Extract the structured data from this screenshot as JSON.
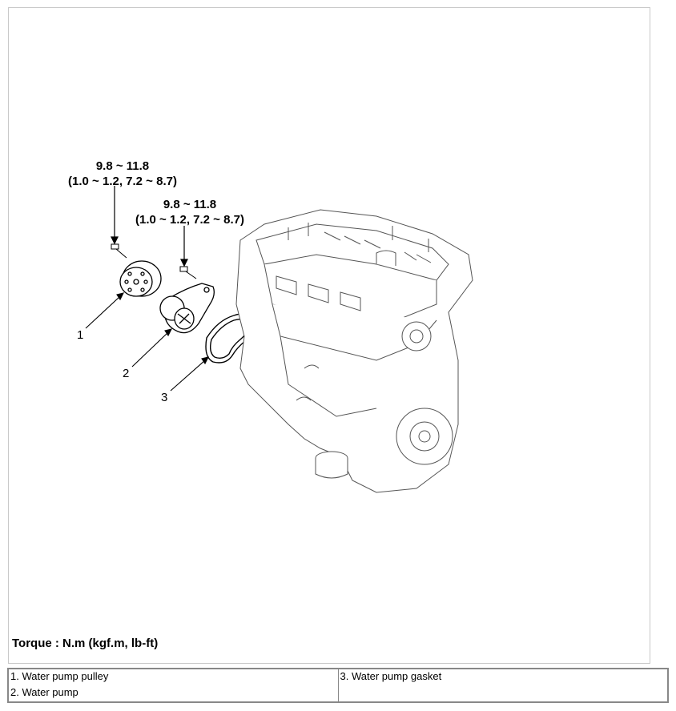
{
  "torque_callouts": [
    {
      "value": "9.8 ~ 11.8",
      "detail": "(1.0 ~ 1.2, 7.2 ~ 8.7)"
    },
    {
      "value": "9.8 ~ 11.8",
      "detail": "(1.0 ~ 1.2, 7.2 ~ 8.7)"
    }
  ],
  "part_numbers": [
    "1",
    "2",
    "3"
  ],
  "torque_unit_label": "Torque : N.m (kgf.m, lb-ft)",
  "legend": {
    "row1": {
      "left": "1. Water pump pulley",
      "right": "3. Water pump gasket"
    },
    "row2": {
      "left": "2. Water pump",
      "right": ""
    }
  }
}
